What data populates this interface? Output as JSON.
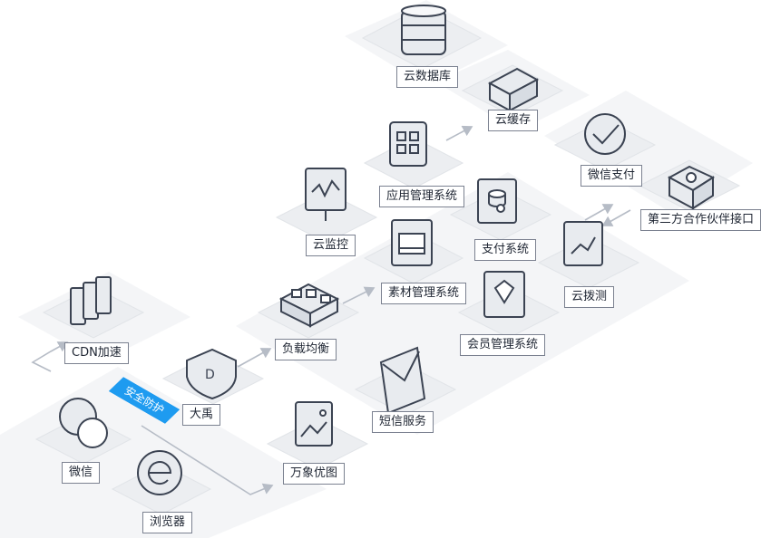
{
  "nodes": {
    "cloud_database": "云数据库",
    "cloud_cache": "云缓存",
    "wechat_pay": "微信支付",
    "third_party_interface": "第三方合作伙伴接口",
    "app_management": "应用管理系统",
    "cloud_monitor": "云监控",
    "payment_system": "支付系统",
    "material_management": "素材管理系统",
    "cloud_probe": "云拨测",
    "member_management": "会员管理系统",
    "load_balance": "负载均衡",
    "cdn": "CDN加速",
    "dayu": "大禹",
    "sms_service": "短信服务",
    "wechat": "微信",
    "image_service": "万象优图",
    "browser": "浏览器"
  },
  "security_banner": "安全防护",
  "colors": {
    "platform": "#f2f3f5",
    "icon_stroke": "#3b4352",
    "icon_fill": "#e8ebef",
    "arrow": "#b6bcc6",
    "security_accent": "#1e9bf0"
  }
}
